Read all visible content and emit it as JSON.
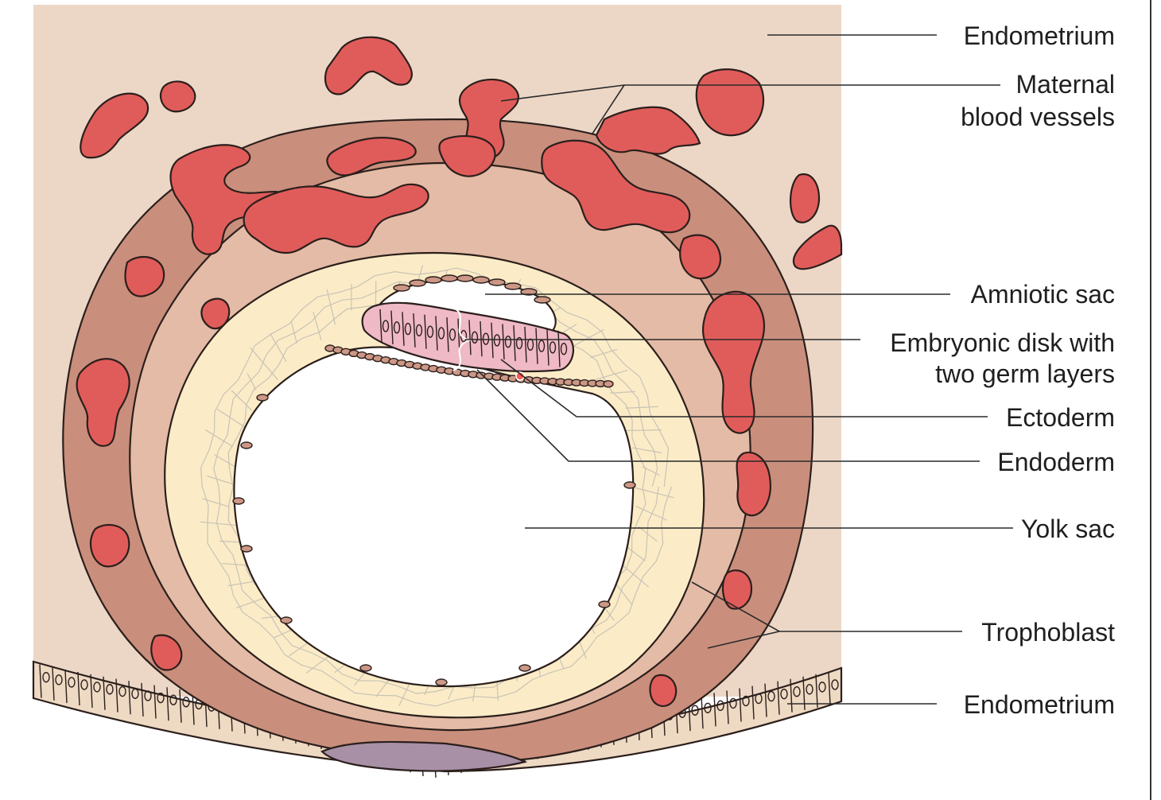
{
  "labels": {
    "endometrium_top": "Endometrium",
    "maternal_line1": "Maternal",
    "maternal_line2": "blood vessels",
    "amniotic_sac": "Amniotic sac",
    "embryonic_line1": "Embryonic disk with",
    "embryonic_line2": "two germ layers",
    "ectoderm": "Ectoderm",
    "endoderm": "Endoderm",
    "yolk_sac": "Yolk sac",
    "trophoblast": "Trophoblast",
    "endometrium_bottom": "Endometrium"
  },
  "colors": {
    "endometrium": "#ecd7c7",
    "trophoblast_outer": "#c98f7c",
    "trophoblast_inner": "#e4bba6",
    "blood": "#e05c5a",
    "extraembryonic_mesoderm": "#fbecc7",
    "mesoderm_lines": "#c9c3b6",
    "embryonic_disk": "#efb9c6",
    "cells": "#cd9786",
    "epithelium": "#eed9c3",
    "plug": "#a890a6"
  }
}
